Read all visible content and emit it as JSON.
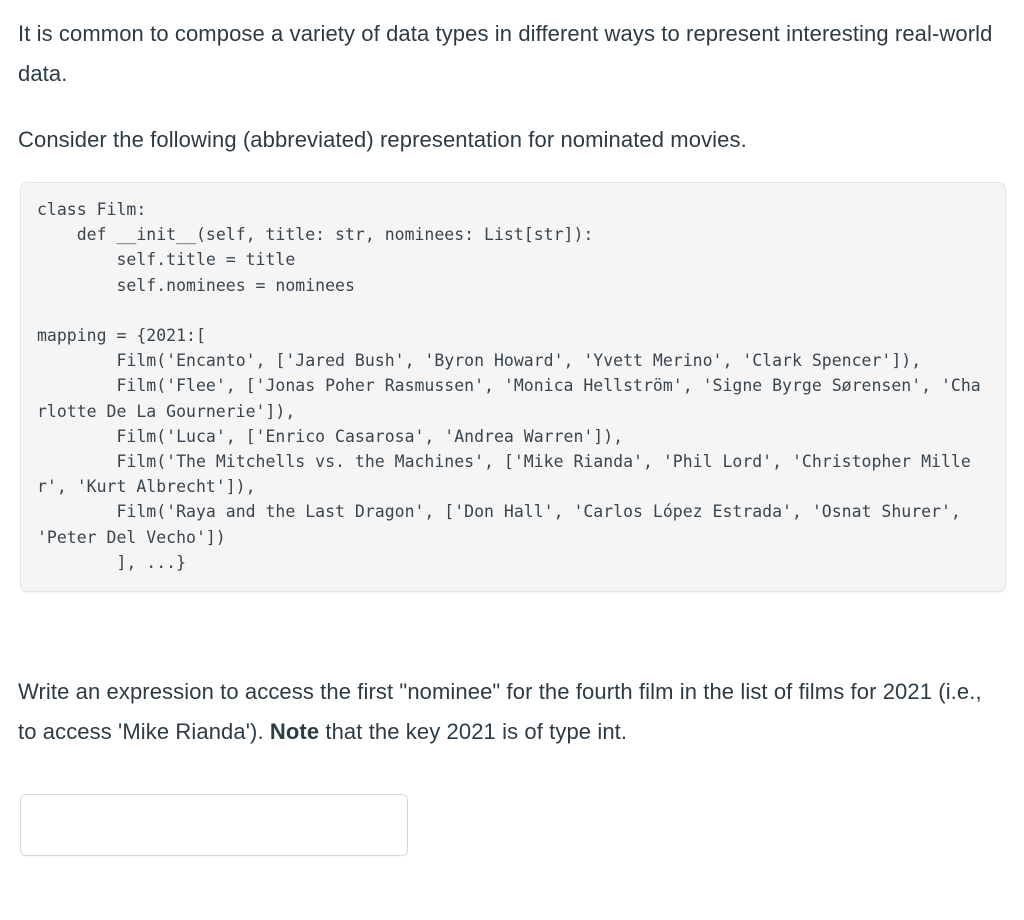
{
  "intro": {
    "paragraph_1": "It is common to compose a variety of data types in different ways to represent interesting real-world data.",
    "paragraph_2": "Consider the following (abbreviated) representation for nominated movies."
  },
  "code_sample": {
    "language": "python",
    "text": "class Film:\n    def __init__(self, title: str, nominees: List[str]):\n        self.title = title\n        self.nominees = nominees\n\nmapping = {2021:[\n        Film('Encanto', ['Jared Bush', 'Byron Howard', 'Yvett Merino', 'Clark Spencer']),\n        Film('Flee', ['Jonas Poher Rasmussen', 'Monica Hellström', 'Signe Byrge Sørensen', 'Charlotte De La Gournerie']),\n        Film('Luca', ['Enrico Casarosa', 'Andrea Warren']),\n        Film('The Mitchells vs. the Machines', ['Mike Rianda', 'Phil Lord', 'Christopher Miller', 'Kurt Albrecht']),\n        Film('Raya and the Last Dragon', ['Don Hall', 'Carlos López Estrada', 'Osnat Shurer', 'Peter Del Vecho'])\n        ], ...}",
    "lines": [
      "class Film:",
      "    def __init__(self, title: str, nominees: List[str]):",
      "        self.title = title",
      "        self.nominees = nominees",
      "",
      "mapping = {2021:[",
      "        Film('Encanto', ['Jared Bush', 'Byron Howard', 'Yvett Merino', 'Clark Spencer']),",
      "        Film('Flee', ['Jonas Poher Rasmussen', 'Monica Hellström', 'Signe Byrge Sørensen', 'Charlotte De La Gournerie']),",
      "        Film('Luca', ['Enrico Casarosa', 'Andrea Warren']),",
      "        Film('The Mitchells vs. the Machines', ['Mike Rianda', 'Phil Lord', 'Christopher Miller', 'Kurt Albrecht']),",
      "        Film('Raya and the Last Dragon', ['Don Hall', 'Carlos López Estrada', 'Osnat Shurer', 'Peter Del Vecho'])",
      "        ], ...}"
    ]
  },
  "question": {
    "text_before_bold": "Write an expression to access the first \"nominee\" for the fourth film in the list of films for 2021 (i.e., to access 'Mike Rianda'). ",
    "bold_word": "Note",
    "text_after_bold": " that the key 2021 is of type int."
  },
  "answer": {
    "value": "",
    "placeholder": ""
  },
  "colors": {
    "text": "#2d3b45",
    "code_text": "#39454f",
    "code_background": "#f5f5f5",
    "code_border": "#e3e5e7",
    "input_border": "#d6d9dc",
    "page_background": "#ffffff"
  }
}
